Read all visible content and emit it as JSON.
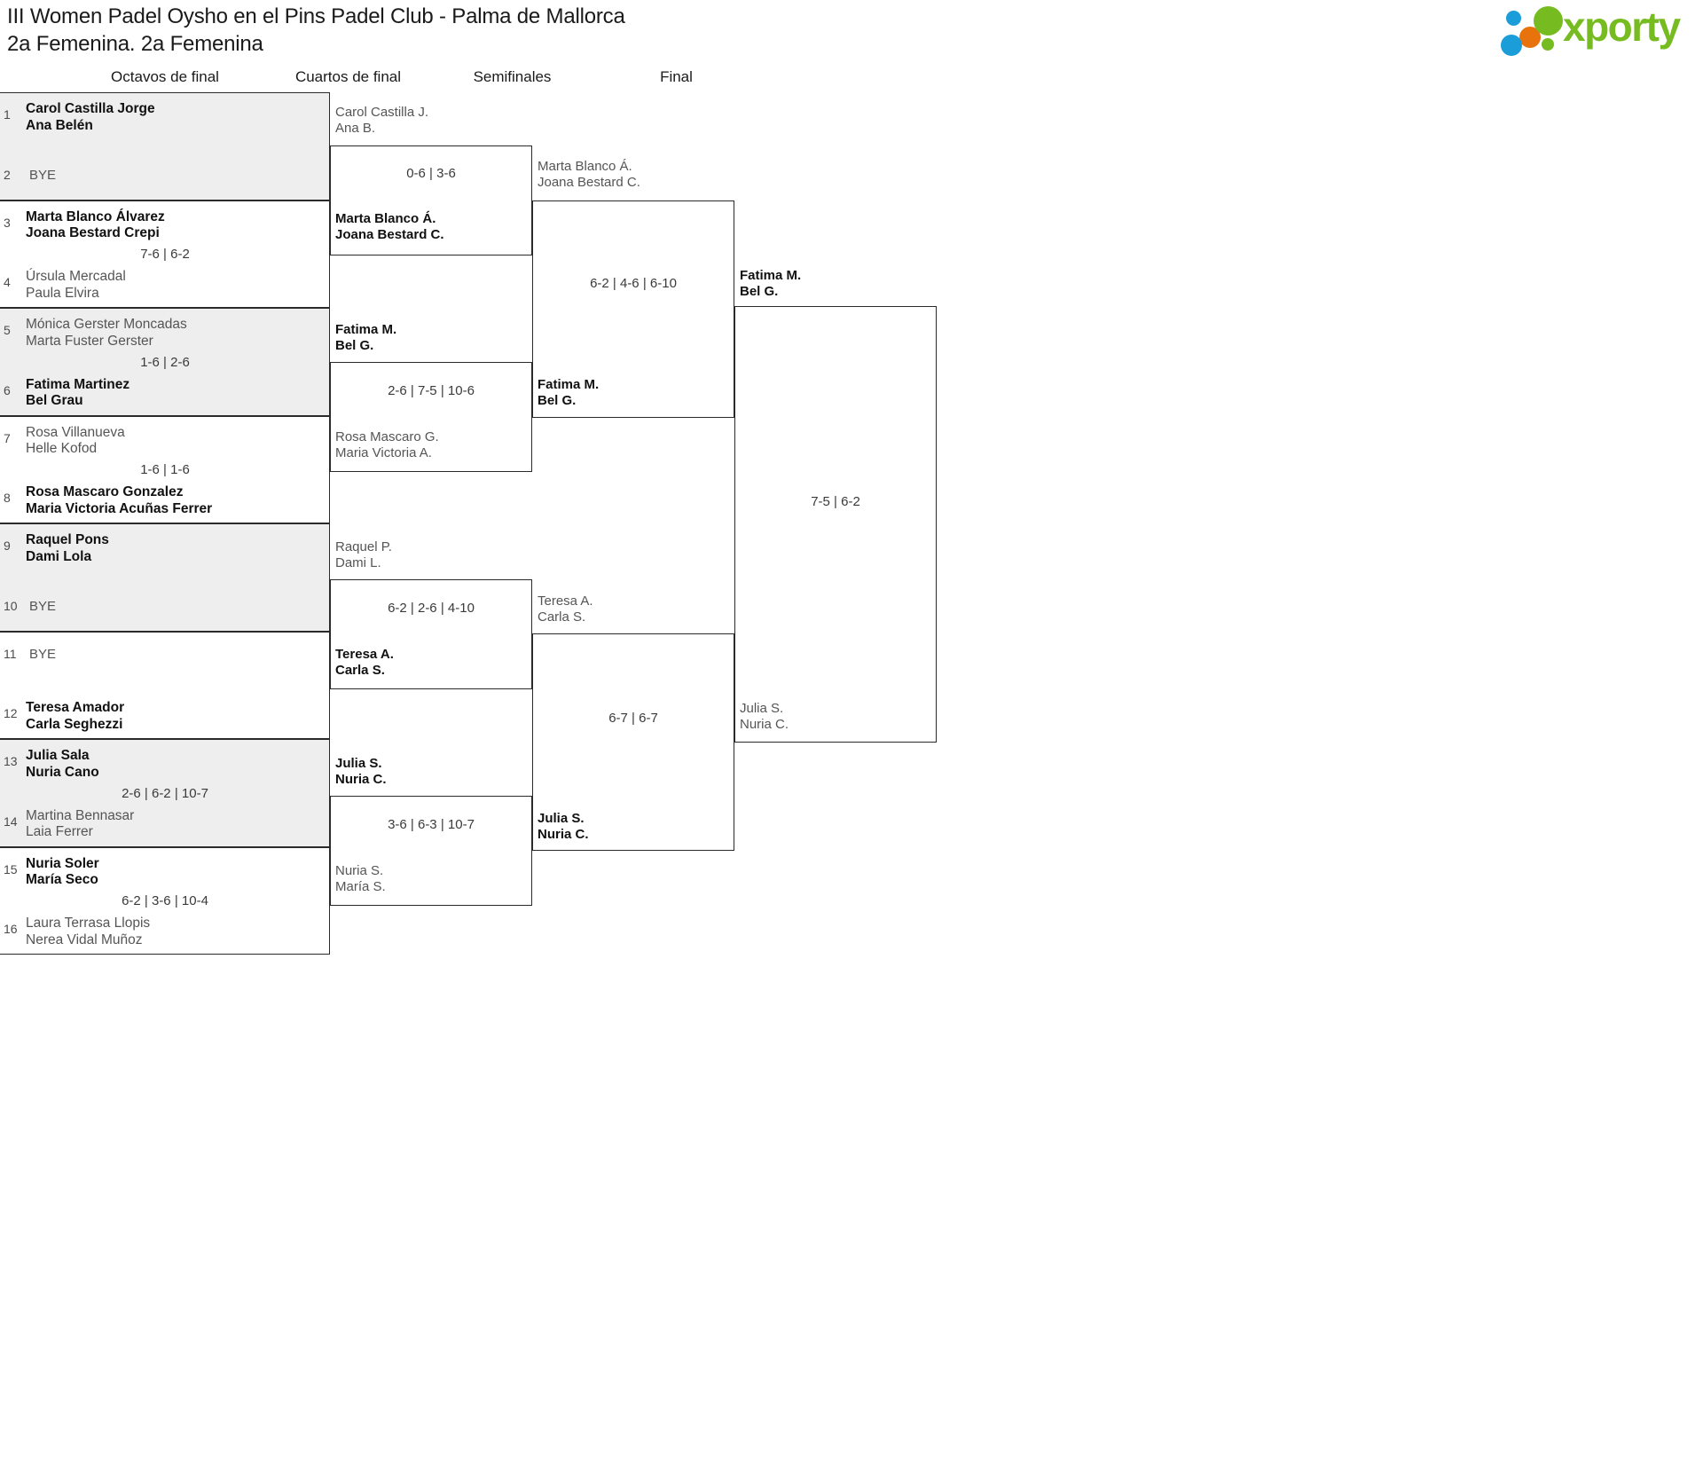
{
  "header": {
    "title_line1": "III Women Padel Oysho en el Pins Padel Club - Palma de Mallorca",
    "title_line2": "2a Femenina. 2a Femenina",
    "logo_text": "xporty",
    "logo_colors": {
      "green": "#76bc21",
      "blue": "#1b9dd9",
      "orange": "#e8730c"
    }
  },
  "rounds": [
    {
      "label": "Octavos de final"
    },
    {
      "label": "Cuartos de final"
    },
    {
      "label": "Semifinales"
    },
    {
      "label": "Final"
    }
  ],
  "round1": [
    {
      "seed_top": "1",
      "seed_bottom": "2",
      "top": {
        "p1": "Carol Castilla Jorge",
        "p2": "Ana Belén",
        "result": "winner"
      },
      "bottom": {
        "bye": "BYE"
      },
      "score": ""
    },
    {
      "seed_top": "3",
      "seed_bottom": "4",
      "top": {
        "p1": "Marta Blanco Álvarez",
        "p2": "Joana Bestard Crepi",
        "result": "winner"
      },
      "bottom": {
        "p1": "Úrsula Mercadal",
        "p2": "Paula Elvira",
        "result": "loser"
      },
      "score": "7-6 | 6-2"
    },
    {
      "seed_top": "5",
      "seed_bottom": "6",
      "top": {
        "p1": "Mónica Gerster Moncadas",
        "p2": "Marta Fuster Gerster",
        "result": "loser"
      },
      "bottom": {
        "p1": "Fatima Martinez",
        "p2": "Bel Grau",
        "result": "winner"
      },
      "score": "1-6 | 2-6"
    },
    {
      "seed_top": "7",
      "seed_bottom": "8",
      "top": {
        "p1": "Rosa Villanueva",
        "p2": "Helle Kofod",
        "result": "loser"
      },
      "bottom": {
        "p1": "Rosa Mascaro Gonzalez",
        "p2": "Maria Victoria Acuñas Ferrer",
        "result": "winner"
      },
      "score": "1-6 | 1-6"
    },
    {
      "seed_top": "9",
      "seed_bottom": "10",
      "top": {
        "p1": "Raquel Pons",
        "p2": "Dami Lola",
        "result": "winner"
      },
      "bottom": {
        "bye": "BYE"
      },
      "score": ""
    },
    {
      "seed_top": "11",
      "seed_bottom": "12",
      "top": {
        "bye": "BYE"
      },
      "bottom": {
        "p1": "Teresa Amador",
        "p2": "Carla Seghezzi",
        "result": "winner"
      },
      "score": ""
    },
    {
      "seed_top": "13",
      "seed_bottom": "14",
      "top": {
        "p1": "Julia Sala",
        "p2": "Nuria Cano",
        "result": "winner"
      },
      "bottom": {
        "p1": "Martina Bennasar",
        "p2": "Laia Ferrer",
        "result": "loser"
      },
      "score": "2-6 | 6-2 | 10-7"
    },
    {
      "seed_top": "15",
      "seed_bottom": "16",
      "top": {
        "p1": "Nuria Soler",
        "p2": "María Seco",
        "result": "winner"
      },
      "bottom": {
        "p1": "Laura Terrasa Llopis",
        "p2": "Nerea Vidal Muñoz",
        "result": "loser"
      },
      "score": "6-2 | 3-6 | 10-4"
    }
  ],
  "round2": [
    {
      "top": {
        "p1": "Carol Castilla J.",
        "p2": "Ana B.",
        "result": "loser"
      },
      "bottom": {
        "p1": "Marta Blanco Á.",
        "p2": "Joana Bestard C.",
        "result": "winner"
      },
      "score": "0-6 | 3-6"
    },
    {
      "top": {
        "p1": "Fatima M.",
        "p2": "Bel G.",
        "result": "winner"
      },
      "bottom": {
        "p1": "Rosa Mascaro G.",
        "p2": "Maria Victoria A.",
        "result": "loser"
      },
      "score": "2-6 | 7-5 | 10-6"
    },
    {
      "top": {
        "p1": "Raquel P.",
        "p2": "Dami L.",
        "result": "loser"
      },
      "bottom": {
        "p1": "Teresa A.",
        "p2": "Carla S.",
        "result": "winner"
      },
      "score": "6-2 | 2-6 | 4-10"
    },
    {
      "top": {
        "p1": "Julia S.",
        "p2": "Nuria C.",
        "result": "winner"
      },
      "bottom": {
        "p1": "Nuria S.",
        "p2": "María S.",
        "result": "loser"
      },
      "score": "3-6 | 6-3 | 10-7"
    }
  ],
  "round3": [
    {
      "top": {
        "p1": "Marta Blanco Á.",
        "p2": "Joana Bestard C.",
        "result": "loser"
      },
      "bottom": {
        "p1": "Fatima M.",
        "p2": "Bel G.",
        "result": "winner"
      },
      "score": "6-2 | 4-6 | 6-10"
    },
    {
      "top": {
        "p1": "Teresa A.",
        "p2": "Carla S.",
        "result": "loser"
      },
      "bottom": {
        "p1": "Julia S.",
        "p2": "Nuria C.",
        "result": "winner"
      },
      "score": "6-7 | 6-7"
    }
  ],
  "round4": [
    {
      "top": {
        "p1": "Fatima M.",
        "p2": "Bel G.",
        "result": "winner"
      },
      "bottom": {
        "p1": "Julia S.",
        "p2": "Nuria C.",
        "result": "loser"
      },
      "score": "7-5 | 6-2"
    }
  ]
}
